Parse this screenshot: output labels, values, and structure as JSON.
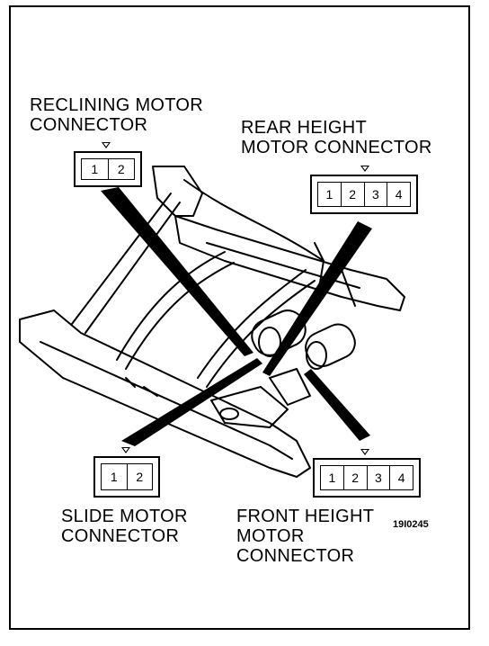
{
  "labels": {
    "reclining": [
      "RECLINING MOTOR",
      "CONNECTOR"
    ],
    "rear_height": [
      "REAR HEIGHT",
      "MOTOR CONNECTOR"
    ],
    "slide": [
      "SLIDE MOTOR",
      "CONNECTOR"
    ],
    "front_height": [
      "FRONT HEIGHT",
      "MOTOR",
      "CONNECTOR"
    ]
  },
  "figure_code": "19I0245",
  "connectors": {
    "reclining_pins": [
      "1",
      "2"
    ],
    "rear_height_pins": [
      "1",
      "2",
      "3",
      "4"
    ],
    "slide_pins": [
      "1",
      "2"
    ],
    "front_height_pins": [
      "1",
      "2",
      "3",
      "4"
    ]
  },
  "colors": {
    "ink": "#000000",
    "paper": "#ffffff"
  }
}
